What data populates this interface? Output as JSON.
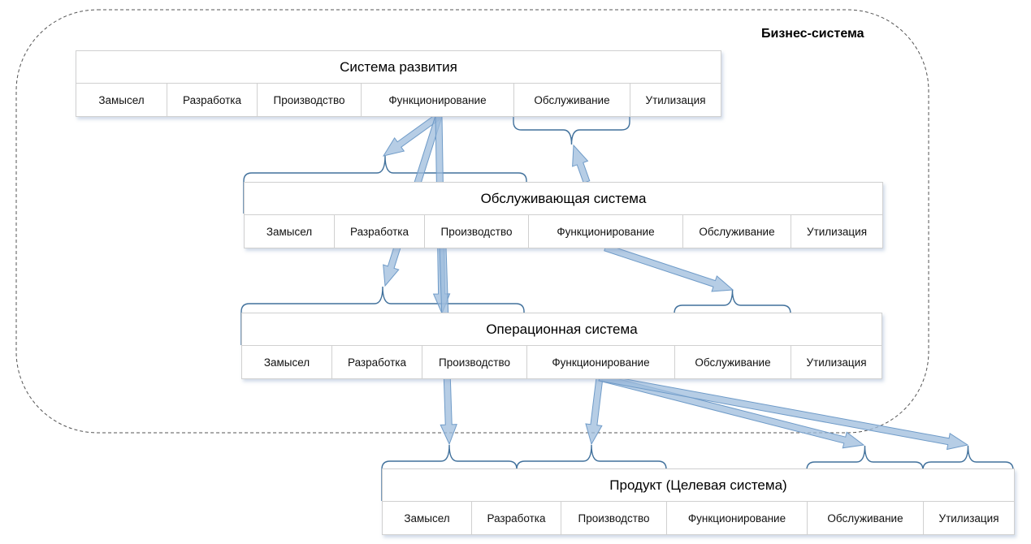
{
  "business_system_label": "Бизнес-система",
  "systems": [
    {
      "title": "Система развития",
      "stages": [
        "Замысел",
        "Разработка",
        "Производство",
        "Функционирование",
        "Обслуживание",
        "Утилизация"
      ]
    },
    {
      "title": "Обслуживающая система",
      "stages": [
        "Замысел",
        "Разработка",
        "Производство",
        "Функционирование",
        "Обслуживание",
        "Утилизация"
      ]
    },
    {
      "title": "Операционная система",
      "stages": [
        "Замысел",
        "Разработка",
        "Производство",
        "Функционирование",
        "Обслуживание",
        "Утилизация"
      ]
    },
    {
      "title": "Продукт (Целевая система)",
      "stages": [
        "Замысел",
        "Разработка",
        "Производство",
        "Функционирование",
        "Обслуживание",
        "Утилизация"
      ]
    }
  ],
  "colors": {
    "arrow_fill": "#9dbcdc",
    "arrow_stroke": "#6f9bc8",
    "brace": "#41719c",
    "boundary": "#555555"
  }
}
